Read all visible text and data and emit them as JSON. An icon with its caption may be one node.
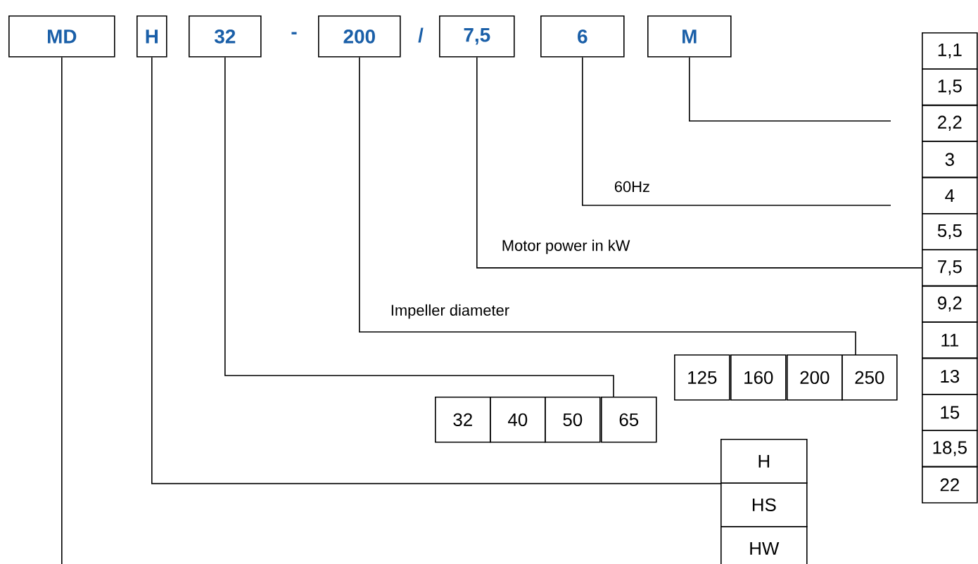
{
  "diagram": {
    "nodes": [
      {
        "text": [
          "MD"
        ]
      },
      {
        "text": [
          "H"
        ]
      },
      {
        "text": [
          "32"
        ]
      },
      {
        "text": [
          "200"
        ]
      },
      {
        "text": [
          "7,5"
        ]
      },
      {
        "text": [
          "6"
        ]
      },
      {
        "text": [
          "M"
        ]
      },
      {
        "text": [
          "32"
        ]
      },
      {
        "text": [
          "40"
        ]
      },
      {
        "text": [
          "50"
        ]
      },
      {
        "text": [
          "65"
        ]
      },
      {
        "text": [
          "125"
        ]
      },
      {
        "text": [
          "160"
        ]
      },
      {
        "text": [
          "200"
        ]
      },
      {
        "text": [
          "250"
        ]
      },
      {
        "text": [
          "H"
        ]
      },
      {
        "text": [
          "HS"
        ]
      },
      {
        "text": [
          "HW"
        ]
      },
      {
        "text": [
          "1,1"
        ]
      },
      {
        "text": [
          "1,5"
        ]
      },
      {
        "text": [
          "2,2"
        ]
      },
      {
        "text": [
          "3"
        ]
      },
      {
        "text": [
          "4"
        ]
      },
      {
        "text": [
          "5,5"
        ]
      },
      {
        "text": [
          "7,5"
        ]
      },
      {
        "text": [
          "9,2"
        ]
      },
      {
        "text": [
          "11"
        ]
      },
      {
        "text": [
          "13"
        ]
      },
      {
        "text": [
          "15"
        ]
      },
      {
        "text": [
          "18,5"
        ]
      },
      {
        "text": [
          "22"
        ]
      }
    ],
    "edges": [
      {
        "from": 0,
        "to": null,
        "arrow": "none"
      },
      {
        "from": 1,
        "to": 15,
        "arrow": "none"
      },
      {
        "from": 2,
        "to": 10,
        "arrow": "none"
      },
      {
        "from": 3,
        "to": 14,
        "arrow": "none",
        "label": "Impeller diameter"
      },
      {
        "from": 4,
        "to": 24,
        "arrow": "none",
        "label": "Motor power in kW"
      },
      {
        "from": 5,
        "to": null,
        "arrow": "none",
        "label": "60Hz"
      },
      {
        "from": 6,
        "to": null,
        "arrow": "none"
      }
    ],
    "labels": [
      "-",
      "/"
    ]
  }
}
